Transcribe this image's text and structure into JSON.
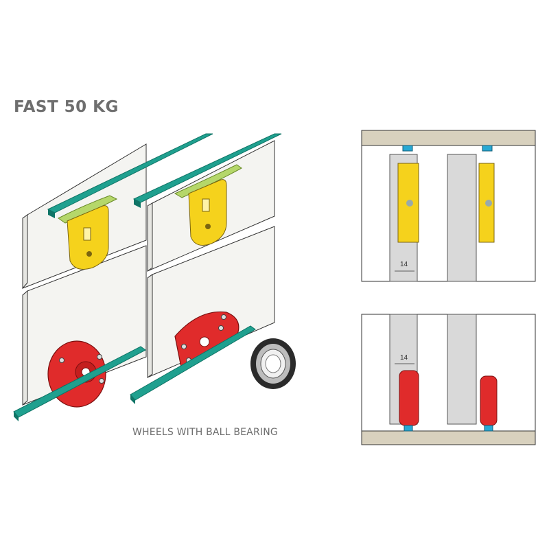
{
  "title": "FAST 50 KG",
  "caption": "WHEELS WITH BALL BEARING",
  "section_top": {
    "dimension": "14"
  },
  "section_bottom": {
    "dimension": "14"
  },
  "colors": {
    "rail": "#1fa08f",
    "rail_dark": "#0f7466",
    "hanger_yellow": "#f5d21c",
    "wheel_red": "#e02b2b",
    "bracket_green": "#b5d76a",
    "panel": "#f4f4f1",
    "ceiling": "#d8d1be",
    "glass": "#d9d9d9"
  },
  "icons": [
    "top-rail-icon",
    "yellow-hanger-icon",
    "red-wheel-icon",
    "bottom-rail-icon",
    "ball-bearing-icon"
  ]
}
